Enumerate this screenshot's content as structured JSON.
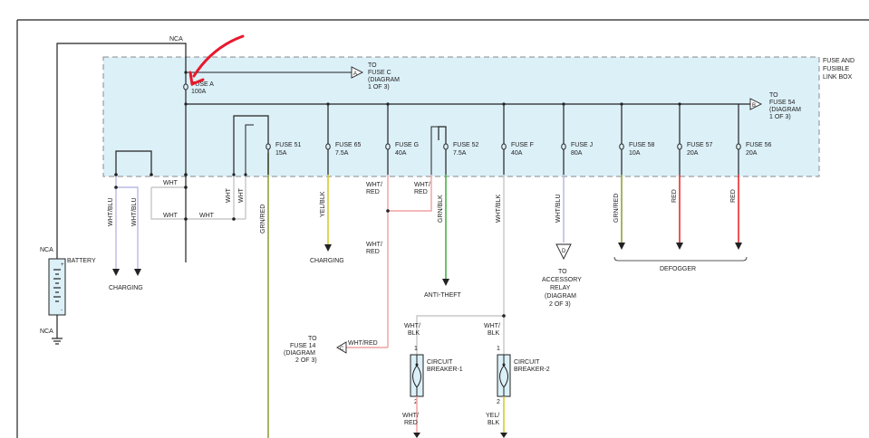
{
  "diagram": {
    "box_label": [
      "FUSE AND",
      "FUSIBLE",
      "LINK BOX"
    ],
    "battery_label": "BATTERY",
    "nca": "NCA",
    "fuse_a": [
      "FUSE A",
      "100A"
    ],
    "to_fuse_c": [
      "TO",
      "FUSE C",
      "(DIAGRAM",
      "1 OF 3)"
    ],
    "to_fuse_54": [
      "TO",
      "FUSE 54",
      "(DIAGRAM",
      "1 OF 3)"
    ],
    "connector_a": "A",
    "connector_b": "B",
    "connector_c": "C",
    "connector_d": "D",
    "fuses": [
      {
        "name": "FUSE 51",
        "rating": "15A"
      },
      {
        "name": "FUSE 65",
        "rating": "7.5A"
      },
      {
        "name": "FUSE G",
        "rating": "40A"
      },
      {
        "name": "FUSE 52",
        "rating": "7.5A"
      },
      {
        "name": "FUSE F",
        "rating": "40A"
      },
      {
        "name": "FUSE J",
        "rating": "80A"
      },
      {
        "name": "FUSE 58",
        "rating": "10A"
      },
      {
        "name": "FUSE 57",
        "rating": "20A"
      },
      {
        "name": "FUSE 56",
        "rating": "20A"
      }
    ],
    "wires": {
      "wht": "WHT",
      "wht_blu": "WHT/BLU",
      "grn_red": "GRN/RED",
      "yel_blk": "YEL/BLK",
      "wht_red": "WHT/RED",
      "wht_red_split": [
        "WHT/",
        "RED"
      ],
      "grn_blk": "GRN/BLK",
      "wht_blk": "WHT/BLK",
      "wht_blk_split": [
        "WHT/",
        "BLK"
      ],
      "yel_blk_split": [
        "YEL/",
        "BLK"
      ],
      "red": "RED"
    },
    "charging": "CHARGING",
    "anti_theft": "ANTI-THEFT",
    "defogger": "DEFOGGER",
    "accessory_relay": [
      "TO",
      "ACCESSORY",
      "RELAY",
      "(DIAGRAM",
      "2 OF 3)"
    ],
    "to_fuse_14": [
      "TO",
      "FUSE 14",
      "(DIAGRAM",
      "2 OF 3)"
    ],
    "breaker_1": [
      "CIRCUIT",
      "BREAKER-1"
    ],
    "breaker_2": [
      "CIRCUIT",
      "BREAKER-2"
    ],
    "pin_1": "1",
    "pin_2": "2",
    "battery_plus": "+",
    "battery_minus": "-"
  },
  "colors": {
    "box_fill": "#dcf0f8",
    "wht": "#c8c8c8",
    "wht_blu": "#b9b9e6",
    "grn_red": "#8c9b2d",
    "yel_blk": "#d2c81e",
    "wht_red": "#f0a0a0",
    "grn_blk": "#3caa3c",
    "red": "#e61e1e",
    "pen": "#e8192c"
  }
}
